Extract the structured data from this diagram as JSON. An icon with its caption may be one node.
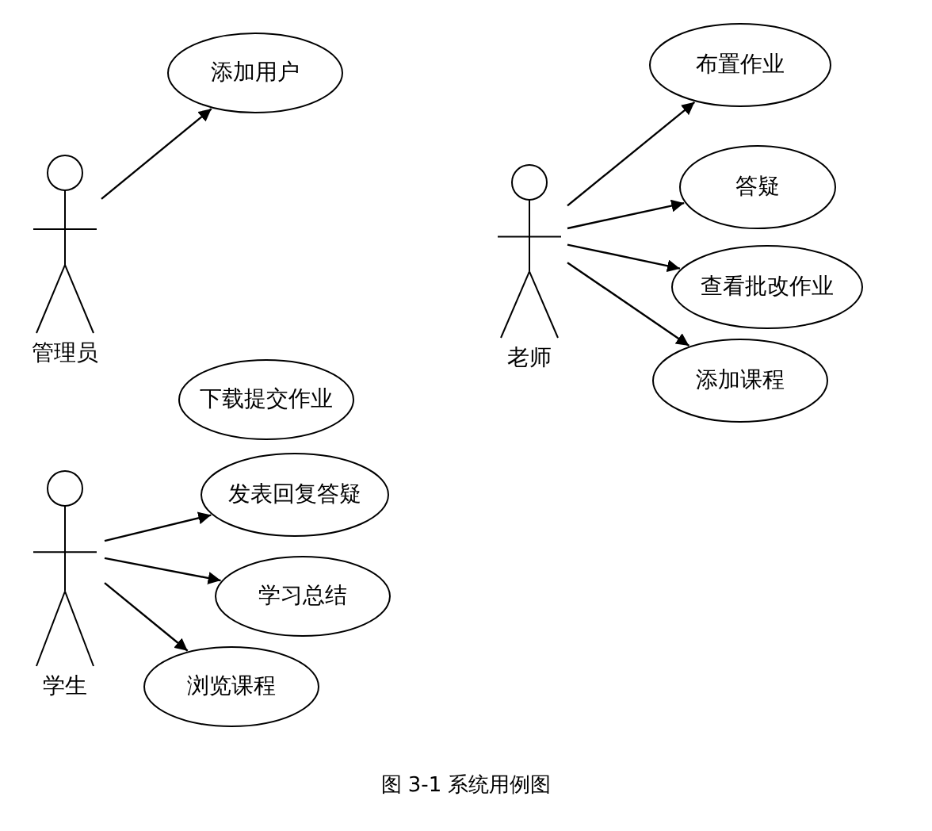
{
  "diagram": {
    "caption": "图 3-1 系统用例图",
    "nodes": [
      {
        "text": [
          "管理员"
        ]
      },
      {
        "text": [
          "添加用户"
        ]
      },
      {
        "text": [
          "学生"
        ]
      },
      {
        "text": [
          "下载提交作业"
        ]
      },
      {
        "text": [
          "发表回复答疑"
        ]
      },
      {
        "text": [
          "学习总结"
        ]
      },
      {
        "text": [
          "浏览课程"
        ]
      },
      {
        "text": [
          "老师"
        ]
      },
      {
        "text": [
          "布置作业"
        ]
      },
      {
        "text": [
          "答疑"
        ]
      },
      {
        "text": [
          "查看批改作业"
        ]
      },
      {
        "text": [
          "添加课程"
        ]
      }
    ],
    "edges": [
      {
        "from": 0,
        "to": 1,
        "arrow": "to"
      },
      {
        "from": 2,
        "to": 4,
        "arrow": "to"
      },
      {
        "from": 2,
        "to": 5,
        "arrow": "to"
      },
      {
        "from": 2,
        "to": 6,
        "arrow": "to"
      },
      {
        "from": 7,
        "to": 8,
        "arrow": "to"
      },
      {
        "from": 7,
        "to": 9,
        "arrow": "to"
      },
      {
        "from": 7,
        "to": 10,
        "arrow": "to"
      },
      {
        "from": 7,
        "to": 11,
        "arrow": "to"
      }
    ]
  }
}
